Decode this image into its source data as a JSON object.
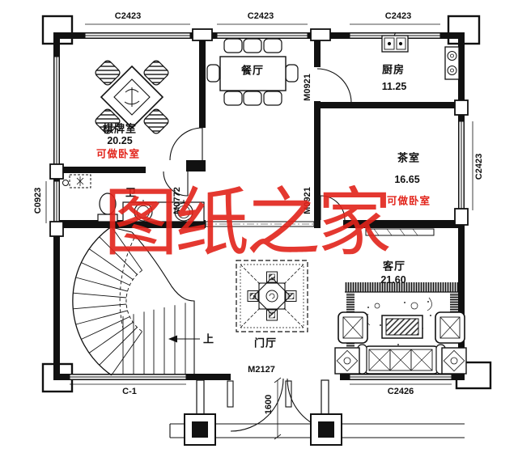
{
  "plan": {
    "watermark": "图纸之家",
    "stairs_up": "上",
    "rooms": {
      "mahjong": {
        "name": "棋牌室",
        "area": "20.25",
        "note": "可做卧室"
      },
      "dining": {
        "name": "餐厅"
      },
      "kitchen": {
        "name": "厨房",
        "area": "11.25"
      },
      "tea": {
        "name": "茶室",
        "area": "16.65",
        "note": "可做卧室"
      },
      "living": {
        "name": "客厅",
        "area": "21.60"
      },
      "foyer": {
        "name": "门厅"
      },
      "bathroom": {
        "name": "卫"
      }
    },
    "windows": {
      "top": [
        "C2423",
        "C2423",
        "C2423"
      ],
      "left": "C0923",
      "right": "C2423",
      "bottom_left": "C-1",
      "bottom_right": "C2426"
    },
    "doors": {
      "kitchen": "M0921",
      "tea_room": "M0921",
      "bathroom": "M0772",
      "entry": "M2127"
    },
    "dimensions": {
      "entry_depth": "1600"
    },
    "colors": {
      "line": "#111111",
      "annotation_red": "#e2231a",
      "background": "#ffffff"
    }
  }
}
